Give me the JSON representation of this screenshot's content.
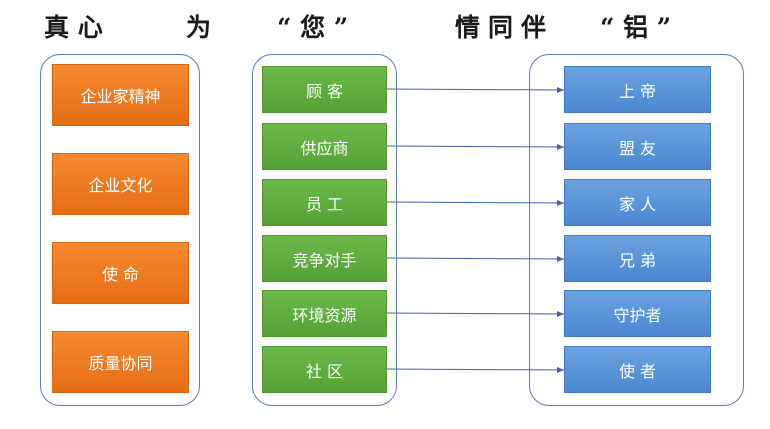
{
  "title": {
    "part1": "真 心",
    "part2": "为",
    "part3": "“ 您 ”",
    "part4": "情同伴",
    "part5": "“ 铝 ”"
  },
  "left_column": [
    "企业家精神",
    "企业文化",
    "使 命",
    "质量协同"
  ],
  "middle_column": [
    "顾 客",
    "供应商",
    "员 工",
    "竞争对手",
    "环境资源",
    "社 区"
  ],
  "right_column": [
    "上 帝",
    "盟 友",
    "家 人",
    "兄 弟",
    "守护者",
    "使 者"
  ],
  "colors": {
    "orange": "#ee7a22",
    "green": "#5cab3c",
    "blue": "#5b97dc",
    "group_border": "#5b7db5",
    "arrow": "#3a63b0"
  }
}
